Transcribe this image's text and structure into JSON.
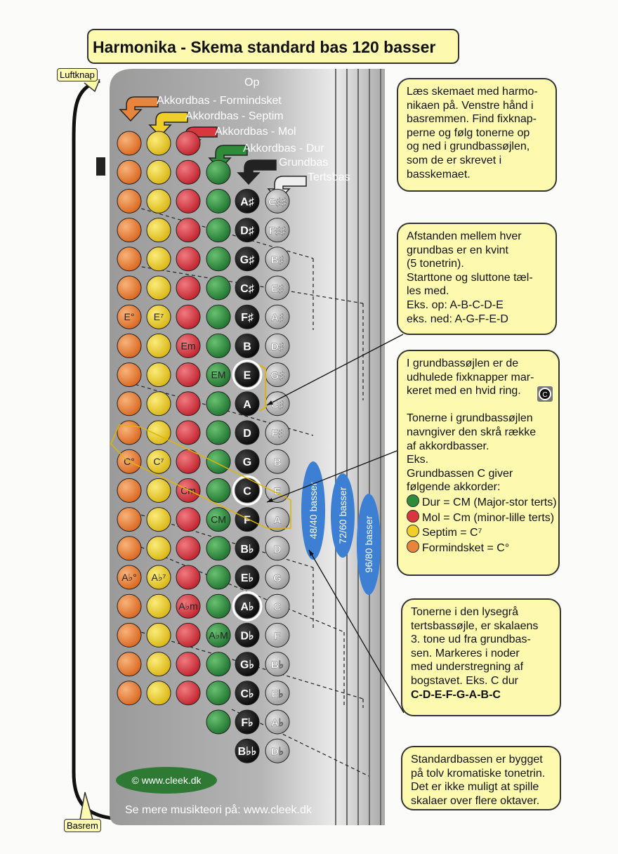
{
  "title": "Harmonika - Skema standard bas 120 basser",
  "labels": {
    "op": "Op",
    "luftknap": "Luftknap",
    "basrem": "Basrem",
    "formindsket": "Akkordbas - Formindsket",
    "septim": "Akkordbas - Septim",
    "mol": "Akkordbas - Mol",
    "dur": "Akkordbas - Dur",
    "grundbas": "Grundbas",
    "tertsbas": "Tertsbas",
    "copyright": "© www.cleek.dk",
    "footer": "Se mere musikteori på: www.cleek.dk",
    "pill_48": "48/40 basser",
    "pill_72": "72/60 basser",
    "pill_96": "96/80 basser"
  },
  "colors": {
    "formindsket": "#e8853a",
    "septim": "#f0cf28",
    "mol": "#d9373f",
    "dur": "#2e8b3a",
    "grundbas": "#1a1a1a",
    "tertsbas": "#b8b8b8",
    "pill": "#3c7fd3",
    "panel": "#9c9c9c",
    "callout": "#fdfab0"
  },
  "grundbas_notes": [
    "A♯",
    "D♯",
    "G♯",
    "C♯",
    "F♯",
    "B",
    "E",
    "A",
    "D",
    "G",
    "C",
    "F",
    "B♭",
    "E♭",
    "A♭",
    "D♭",
    "G♭",
    "C♭",
    "F♭",
    "B♭♭"
  ],
  "tertsbas_notes": [
    "C♯♯",
    "F♯♯",
    "B♯",
    "E♯",
    "A♯",
    "D♯",
    "G♯",
    "C♯",
    "F♯",
    "B",
    "E",
    "A",
    "D",
    "G",
    "C",
    "F",
    "B♭",
    "E♭",
    "A♭",
    "D♭"
  ],
  "fix_rows": [
    6,
    10,
    14
  ],
  "chord_labels": {
    "formindsket": [
      "E°",
      "C°",
      "A♭°"
    ],
    "septim": [
      "E⁷",
      "C⁷",
      "A♭⁷"
    ],
    "mol": [
      "Em",
      "Cm",
      "A♭m"
    ],
    "dur": [
      "EM",
      "CM",
      "A♭M"
    ]
  },
  "callouts": [
    {
      "lines": [
        "Læs skemaet med harmo-",
        "nikaen på. Venstre hånd i",
        "basremmen. Find fixknap-",
        "perne og følg tonerne op",
        "og ned i grundbassøjlen,",
        "som de er skrevet i",
        "basskemaet."
      ]
    },
    {
      "lines": [
        "Afstanden mellem hver",
        "grundbas er en kvint",
        "(5 tonetrin).",
        "Starttone og sluttone tæl-",
        "les med.",
        "Eks. op: A-B-C-D-E",
        "eks. ned: A-G-F-E-D"
      ]
    },
    {
      "lines": [
        "I grundbassøjlen er de",
        "udhulede fixknapper mar-",
        "keret med en hvid ring.",
        "",
        "Tonerne i grundbassøjlen",
        "navngiver den skrå række",
        "af akkordbasser.",
        "Eks.",
        "Grundbassen C giver",
        "følgende akkorder:"
      ],
      "legend": [
        {
          "text": "Dur = CM (Major-stor terts)"
        },
        {
          "text": "Mol = Cm (minor-lille terts)"
        },
        {
          "text": "Septim = C⁷"
        },
        {
          "text": "Formindsket = C°"
        }
      ]
    },
    {
      "lines": [
        "Tonerne i den lysegrå",
        "tertsbassøjle, er skalaens",
        "3. tone ud fra grundbas-",
        "sen. Markeres i noder",
        "med understregning af",
        "bogstavet. Eks. C dur",
        "C-D-E-F-G-A-B-C"
      ]
    },
    {
      "lines": [
        "Standardbassen er bygget",
        "på tolv kromatiske tonetrin.",
        "Det er ikke muligt at spille",
        "skalaer over flere oktaver."
      ]
    }
  ]
}
